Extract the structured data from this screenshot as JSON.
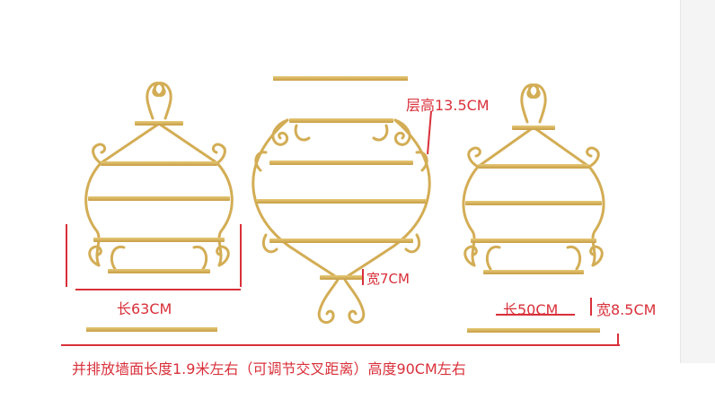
{
  "labels": {
    "length_63": "长63CM",
    "layer_height": "层高13.5CM",
    "width_7": "宽7CM",
    "length_50": "长50CM",
    "width_85": "宽8.5CM",
    "note": "并排放墙面长度1.9米左右（可调节交叉距离）高度90CM左右"
  },
  "colors": {
    "gold": "#d6b25a",
    "gold_dark": "#b8923c",
    "annotation_red": "#d9303a"
  }
}
